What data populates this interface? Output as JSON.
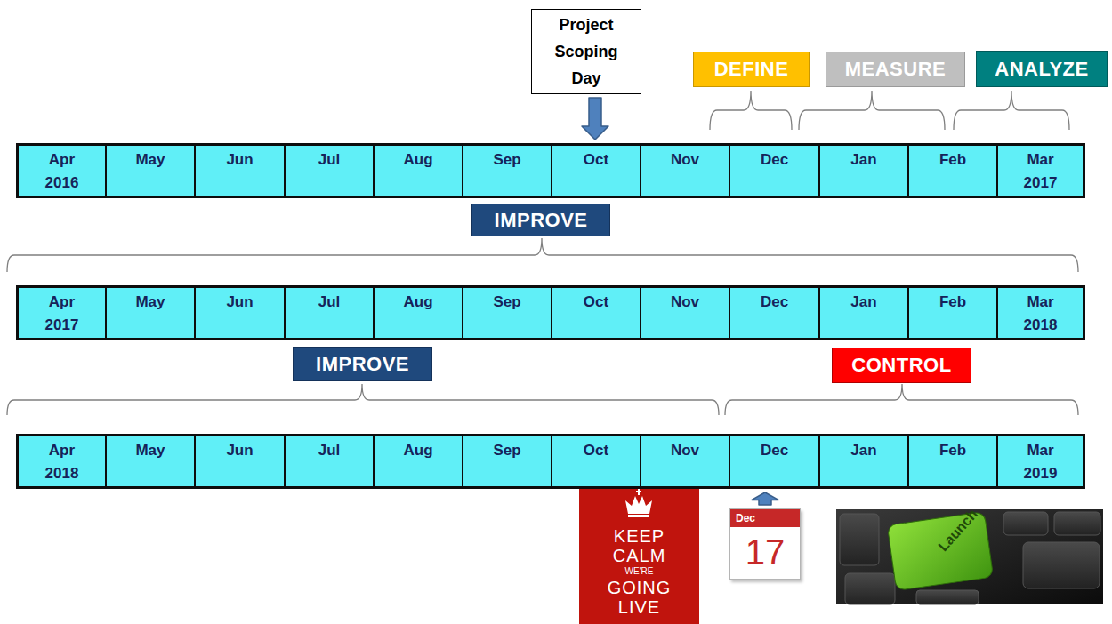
{
  "diagram": {
    "nodes": [
      {
        "text": [
          "Project Scoping Day"
        ]
      },
      {
        "text": [
          "DEFINE"
        ]
      },
      {
        "text": [
          "MEASURE"
        ]
      },
      {
        "text": [
          "ANALYZE"
        ]
      },
      {
        "text": [
          "Apr 2016"
        ]
      },
      {
        "text": [
          "May"
        ]
      },
      {
        "text": [
          "Jun"
        ]
      },
      {
        "text": [
          "Jul"
        ]
      },
      {
        "text": [
          "Aug"
        ]
      },
      {
        "text": [
          "Sep"
        ]
      },
      {
        "text": [
          "Oct"
        ]
      },
      {
        "text": [
          "Nov"
        ]
      },
      {
        "text": [
          "Dec"
        ]
      },
      {
        "text": [
          "Jan"
        ]
      },
      {
        "text": [
          "Feb"
        ]
      },
      {
        "text": [
          "Mar 2017"
        ]
      },
      {
        "text": [
          "IMPROVE"
        ]
      },
      {
        "text": [
          "Apr 2017"
        ]
      },
      {
        "text": [
          "May"
        ]
      },
      {
        "text": [
          "Jun"
        ]
      },
      {
        "text": [
          "Jul"
        ]
      },
      {
        "text": [
          "Aug"
        ]
      },
      {
        "text": [
          "Sep"
        ]
      },
      {
        "text": [
          "Oct"
        ]
      },
      {
        "text": [
          "Nov"
        ]
      },
      {
        "text": [
          "Dec"
        ]
      },
      {
        "text": [
          "Jan"
        ]
      },
      {
        "text": [
          "Feb"
        ]
      },
      {
        "text": [
          "Mar 2018"
        ]
      },
      {
        "text": [
          "IMPROVE"
        ]
      },
      {
        "text": [
          "CONTROL"
        ]
      },
      {
        "text": [
          "Apr 2018"
        ]
      },
      {
        "text": [
          "May"
        ]
      },
      {
        "text": [
          "Jun"
        ]
      },
      {
        "text": [
          "Jul"
        ]
      },
      {
        "text": [
          "Aug"
        ]
      },
      {
        "text": [
          "Sep"
        ]
      },
      {
        "text": [
          "Oct"
        ]
      },
      {
        "text": [
          "Nov"
        ]
      },
      {
        "text": [
          "Dec"
        ]
      },
      {
        "text": [
          "Jan"
        ]
      },
      {
        "text": [
          "Feb"
        ]
      },
      {
        "text": [
          "Mar 2019"
        ]
      },
      {
        "text": [
          "KEEP CALM",
          "WE'RE",
          "GOING LIVE"
        ]
      },
      {
        "text": [
          "Dec",
          "17"
        ]
      }
    ],
    "edges": [
      {
        "from": 0,
        "to": 10,
        "arrow": "to"
      },
      {
        "from": 44,
        "to": 39,
        "arrow": "to"
      }
    ],
    "labels": [
      "Launch"
    ]
  }
}
